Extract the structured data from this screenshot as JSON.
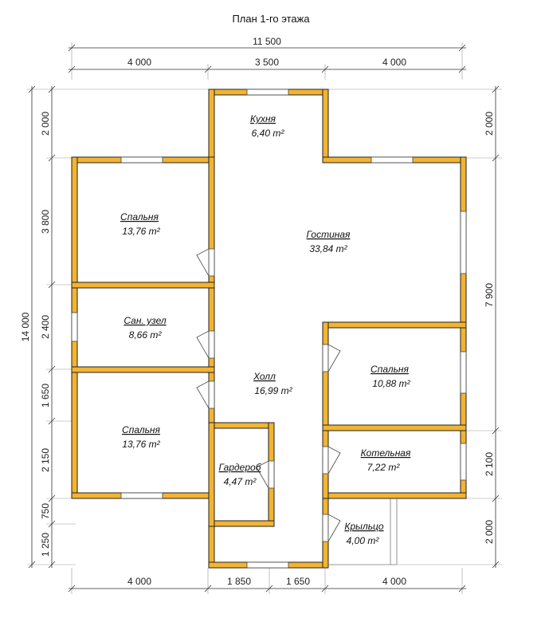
{
  "title": "План 1-го этажа",
  "dims": {
    "top_total": "11 500",
    "top_1": "4 000",
    "top_2": "3 500",
    "top_3": "4 000",
    "bottom_1": "4 000",
    "bottom_2": "1 850",
    "bottom_3": "1 650",
    "bottom_4": "4 000",
    "left_total": "14 000",
    "left_1": "2 000",
    "left_2": "3 800",
    "left_3": "2 400",
    "left_4": "1 650",
    "left_5": "2 150",
    "left_6": "750",
    "left_7": "1 250",
    "right_1": "2 000",
    "right_2": "7 900",
    "right_3": "2 100",
    "right_4": "2 000"
  },
  "rooms": {
    "kitchen": {
      "name": "Кухня",
      "area": "6,40 m²"
    },
    "bedroom1": {
      "name": "Спальня",
      "area": "13,76 m²"
    },
    "living": {
      "name": "Гостиная",
      "area": "33,84 m²"
    },
    "bathroom": {
      "name": "Сан. узел",
      "area": "8,66 m²"
    },
    "hall": {
      "name": "Холл",
      "area": "16,99 m²"
    },
    "bedroom2": {
      "name": "Спальня",
      "area": "10,88 m²"
    },
    "bedroom3": {
      "name": "Спальня",
      "area": "13,76 m²"
    },
    "wardrobe": {
      "name": "Гардероб",
      "area": "4,47 m²"
    },
    "boiler": {
      "name": "Котельная",
      "area": "7,22 m²"
    },
    "porch": {
      "name": "Крыльцо",
      "area": "4,00 m²"
    }
  },
  "colors": {
    "wall": "#f2b431",
    "line": "#222222"
  }
}
